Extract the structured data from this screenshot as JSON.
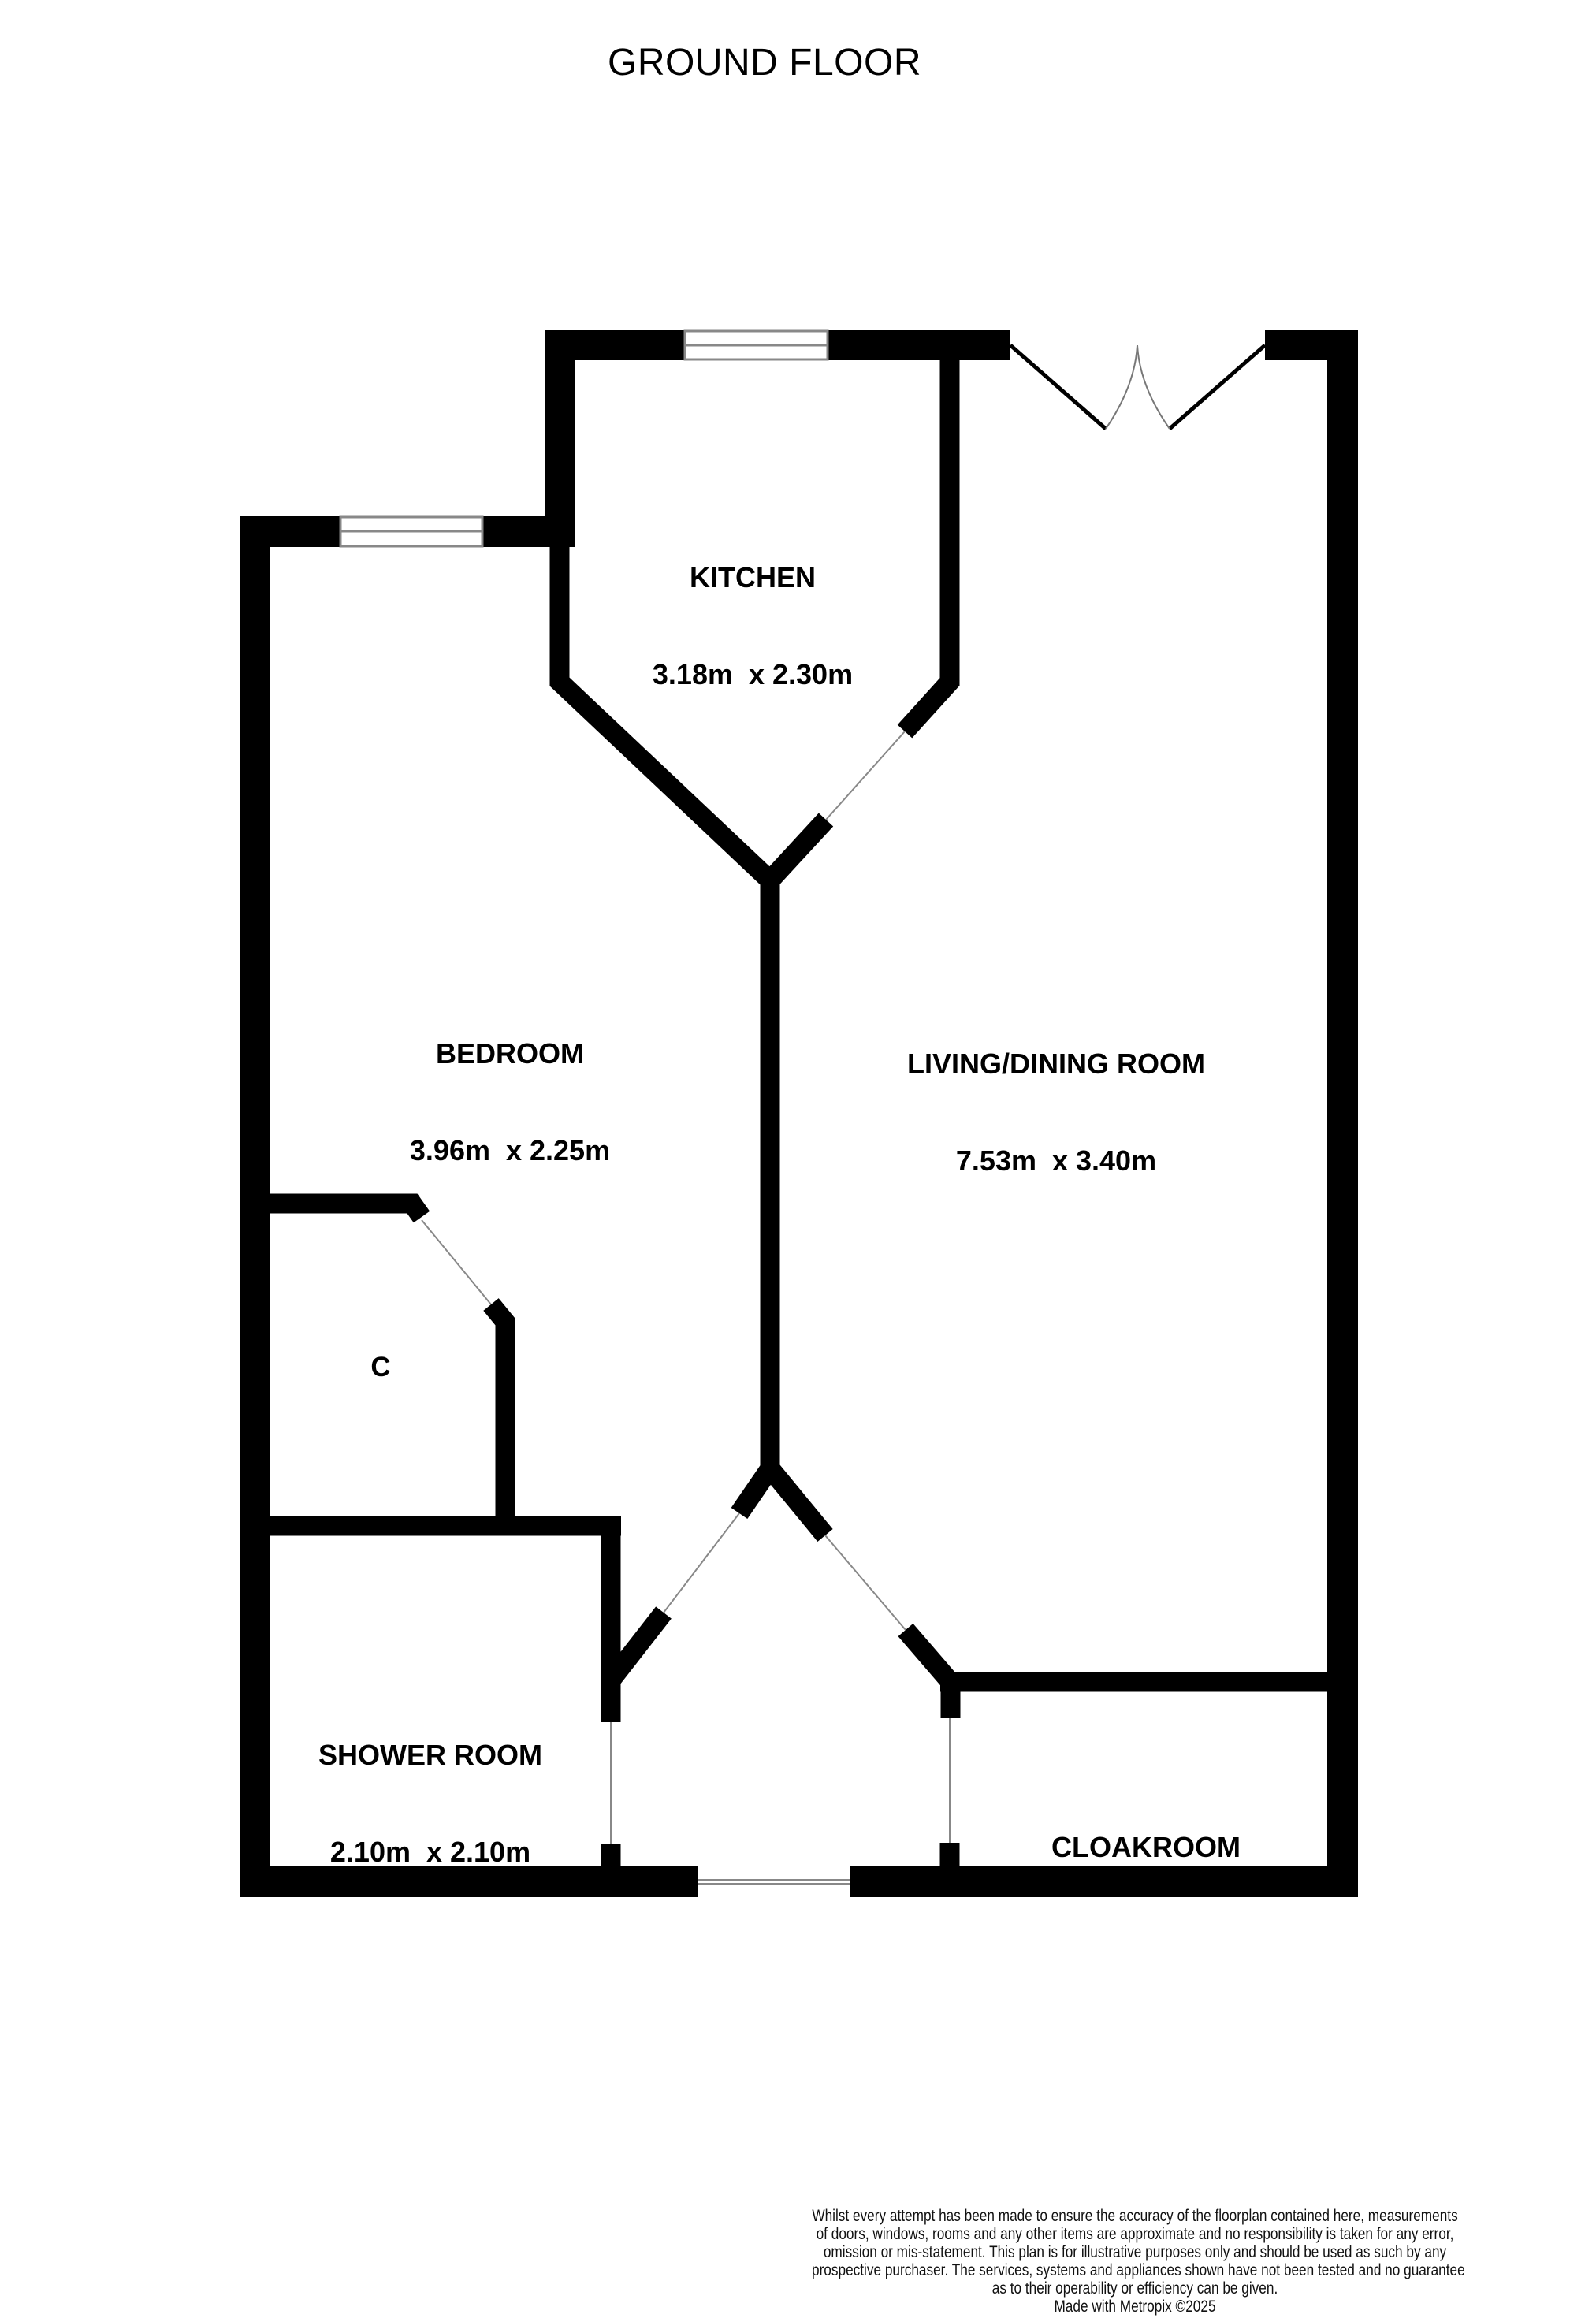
{
  "title": "GROUND FLOOR",
  "rooms": {
    "kitchen": {
      "name": "KITCHEN",
      "dims": "3.18m  x 2.30m"
    },
    "living": {
      "name": "LIVING/DINING ROOM",
      "dims": "7.53m  x 3.40m"
    },
    "bedroom": {
      "name": "BEDROOM",
      "dims": "3.96m  x 2.25m"
    },
    "shower": {
      "name": "SHOWER ROOM",
      "dims": "2.10m  x 2.10m"
    },
    "cloakroom": {
      "name": "CLOAKROOM"
    },
    "closet": {
      "name": "C"
    }
  },
  "disclaimer": {
    "lines": [
      "Whilst every attempt has been made to ensure the accuracy of the floorplan contained here, measurements",
      "of doors, windows, rooms and any other items are approximate and no responsibility is taken for any error,",
      "omission or mis-statement. This plan is for illustrative purposes only and should be used as such by any",
      "prospective purchaser. The services, systems and appliances shown have not been tested and no guarantee",
      "as to their operability or efficiency can be given.",
      "Made with Metropix ©2025"
    ]
  },
  "colors": {
    "wall": "#000000",
    "window": "#888888",
    "door_line": "#888888",
    "background": "#ffffff"
  }
}
